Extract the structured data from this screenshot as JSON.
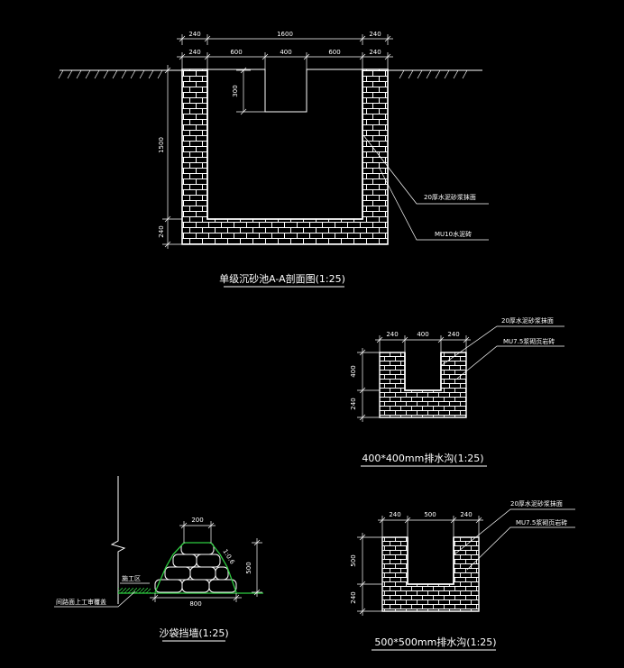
{
  "section_a": {
    "dims_top1": [
      "240",
      "1600",
      "240"
    ],
    "dims_top2": [
      "240",
      "600",
      "400",
      "600",
      "240"
    ],
    "dim_notch": "300",
    "dim_depth": "1500",
    "dim_base": "240",
    "callout_plaster": "20厚水泥砂浆抹面",
    "callout_brick": "MU10水泥砖",
    "title": "单级沉砂池A-A剖面图(1:25)"
  },
  "ditch_400": {
    "dims_top": [
      "240",
      "400",
      "240"
    ],
    "dims_left": [
      "400",
      "240"
    ],
    "callout_plaster": "20厚水泥砂浆抹面",
    "callout_brick": "MU7.5浆砌页岩砖",
    "title": "400*400mm排水沟(1:25)"
  },
  "ditch_500": {
    "dims_top": [
      "240",
      "500",
      "240"
    ],
    "dims_left": [
      "500",
      "240"
    ],
    "callout_plaster": "20厚水泥砂浆抹面",
    "callout_brick": "MU7.5浆砌页岩砖",
    "title": "500*500mm排水沟(1:25)"
  },
  "sandbag": {
    "dim_top": "200",
    "dim_base": "800",
    "dim_height": "500",
    "slope": "1:0.6",
    "label_zone": "施工区",
    "label_road": "间路面上工审覆盖",
    "title": "沙袋挡墙(1:25)"
  }
}
